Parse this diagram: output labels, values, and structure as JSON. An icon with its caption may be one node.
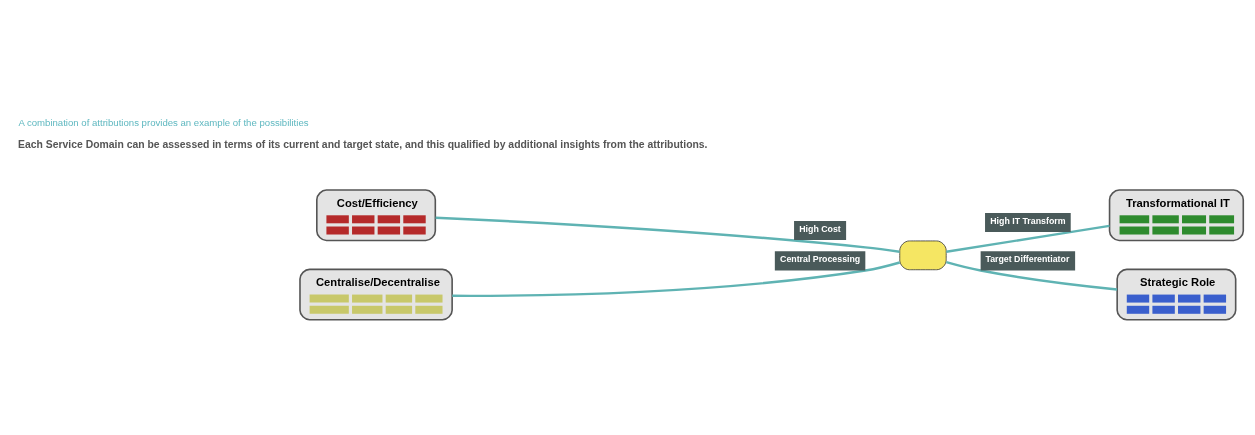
{
  "diagram": {
    "title": "A combination of attributions provides an example of the possibilities",
    "nodes": [
      {
        "text": [
          "Cost/Efficiency"
        ]
      },
      {
        "text": [
          "Transformational IT"
        ]
      },
      {
        "text": [],
        "shape": "box"
      },
      {
        "text": [
          "Centralise/Decentralise"
        ]
      },
      {
        "text": [
          "Strategic Role"
        ]
      }
    ],
    "edges": [
      {
        "from": 2,
        "to": 0,
        "arrow": "none",
        "label": "High Cost"
      },
      {
        "from": 2,
        "to": 1,
        "arrow": "none",
        "label": "High IT Transform"
      },
      {
        "from": 2,
        "to": 3,
        "arrow": "none",
        "label": "Central Processing"
      },
      {
        "from": 2,
        "to": 4,
        "arrow": "none",
        "label": "Target Differentiator"
      }
    ],
    "labels": [
      "Each Service Domain can be assessed in terms of its current and target state, and this qualified by additional insights from the attributions."
    ]
  }
}
